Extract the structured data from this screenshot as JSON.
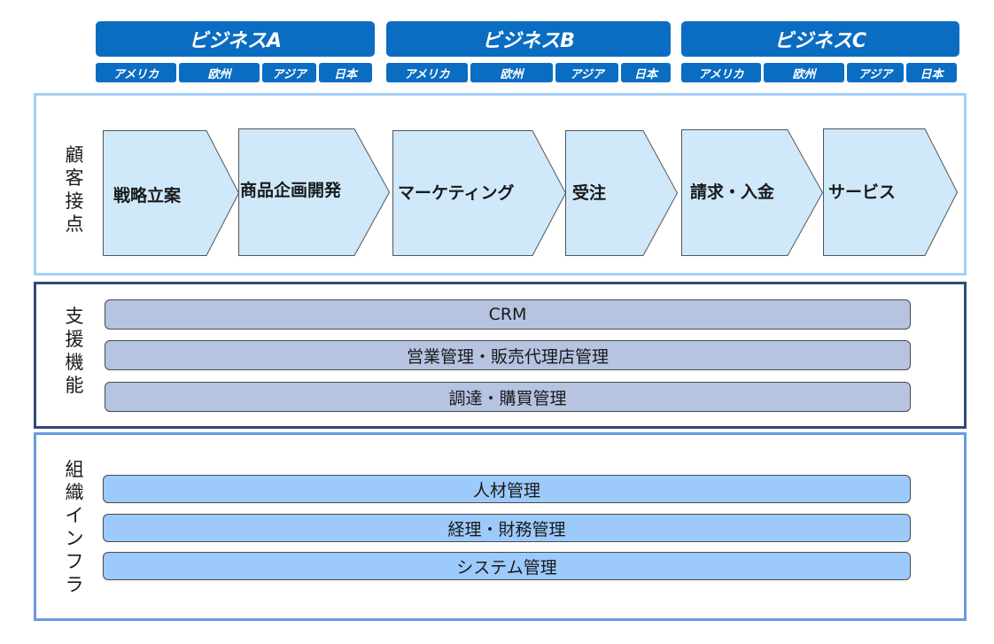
{
  "businesses": [
    {
      "name": "ビジネスA",
      "regions": [
        "アメリカ",
        "欧州",
        "アジア",
        "日本"
      ]
    },
    {
      "name": "ビジネスB",
      "regions": [
        "アメリカ",
        "欧州",
        "アジア",
        "日本"
      ]
    },
    {
      "name": "ビジネスC",
      "regions": [
        "アメリカ",
        "欧州",
        "アジア",
        "日本"
      ]
    }
  ],
  "customer_contact": {
    "label": "顧客接点",
    "steps": [
      "戦略立案",
      "商品企画開発",
      "マーケティング",
      "受注",
      "請求・入金",
      "サービス"
    ]
  },
  "support": {
    "label": "支援機能",
    "items": [
      "CRM",
      "営業管理・販売代理店管理",
      "調達・購買管理"
    ]
  },
  "infrastructure": {
    "label": "組織インフラ",
    "items": [
      "人材管理",
      "経理・財務管理",
      "システム管理"
    ]
  },
  "colors": {
    "header_blue": "#0a6dc2",
    "arrow_fill": "#cfe9fb",
    "support_bar": "#b6c3e1",
    "infra_bar": "#9ccafb",
    "panel1_border": "#a4cff5",
    "panel2_border": "#2e4a75",
    "panel3_border": "#6a9be0"
  }
}
